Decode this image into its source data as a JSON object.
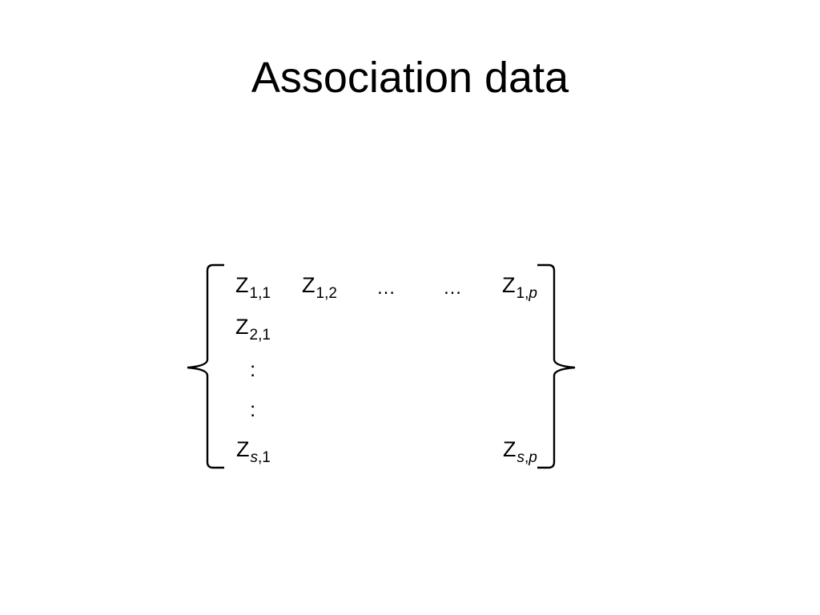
{
  "slide": {
    "title": "Association data"
  },
  "matrix": {
    "z": "Z",
    "r1c1": {
      "a": "1",
      "sep": ",",
      "b": "1"
    },
    "r1c2": {
      "a": "1",
      "sep": ",",
      "b": "2"
    },
    "r1_ellipsis_a": "…",
    "r1_ellipsis_b": "…",
    "r1cp": {
      "a": "1",
      "sep": ",",
      "b": "p"
    },
    "r2c1": {
      "a": "2",
      "sep": ",",
      "b": "1"
    },
    "vdots_1": ":",
    "vdots_2": ":",
    "rsc1": {
      "a": "s",
      "sep": ",",
      "b": "1"
    },
    "rscp": {
      "a": "s",
      "sep": ",",
      "b": "p"
    }
  }
}
